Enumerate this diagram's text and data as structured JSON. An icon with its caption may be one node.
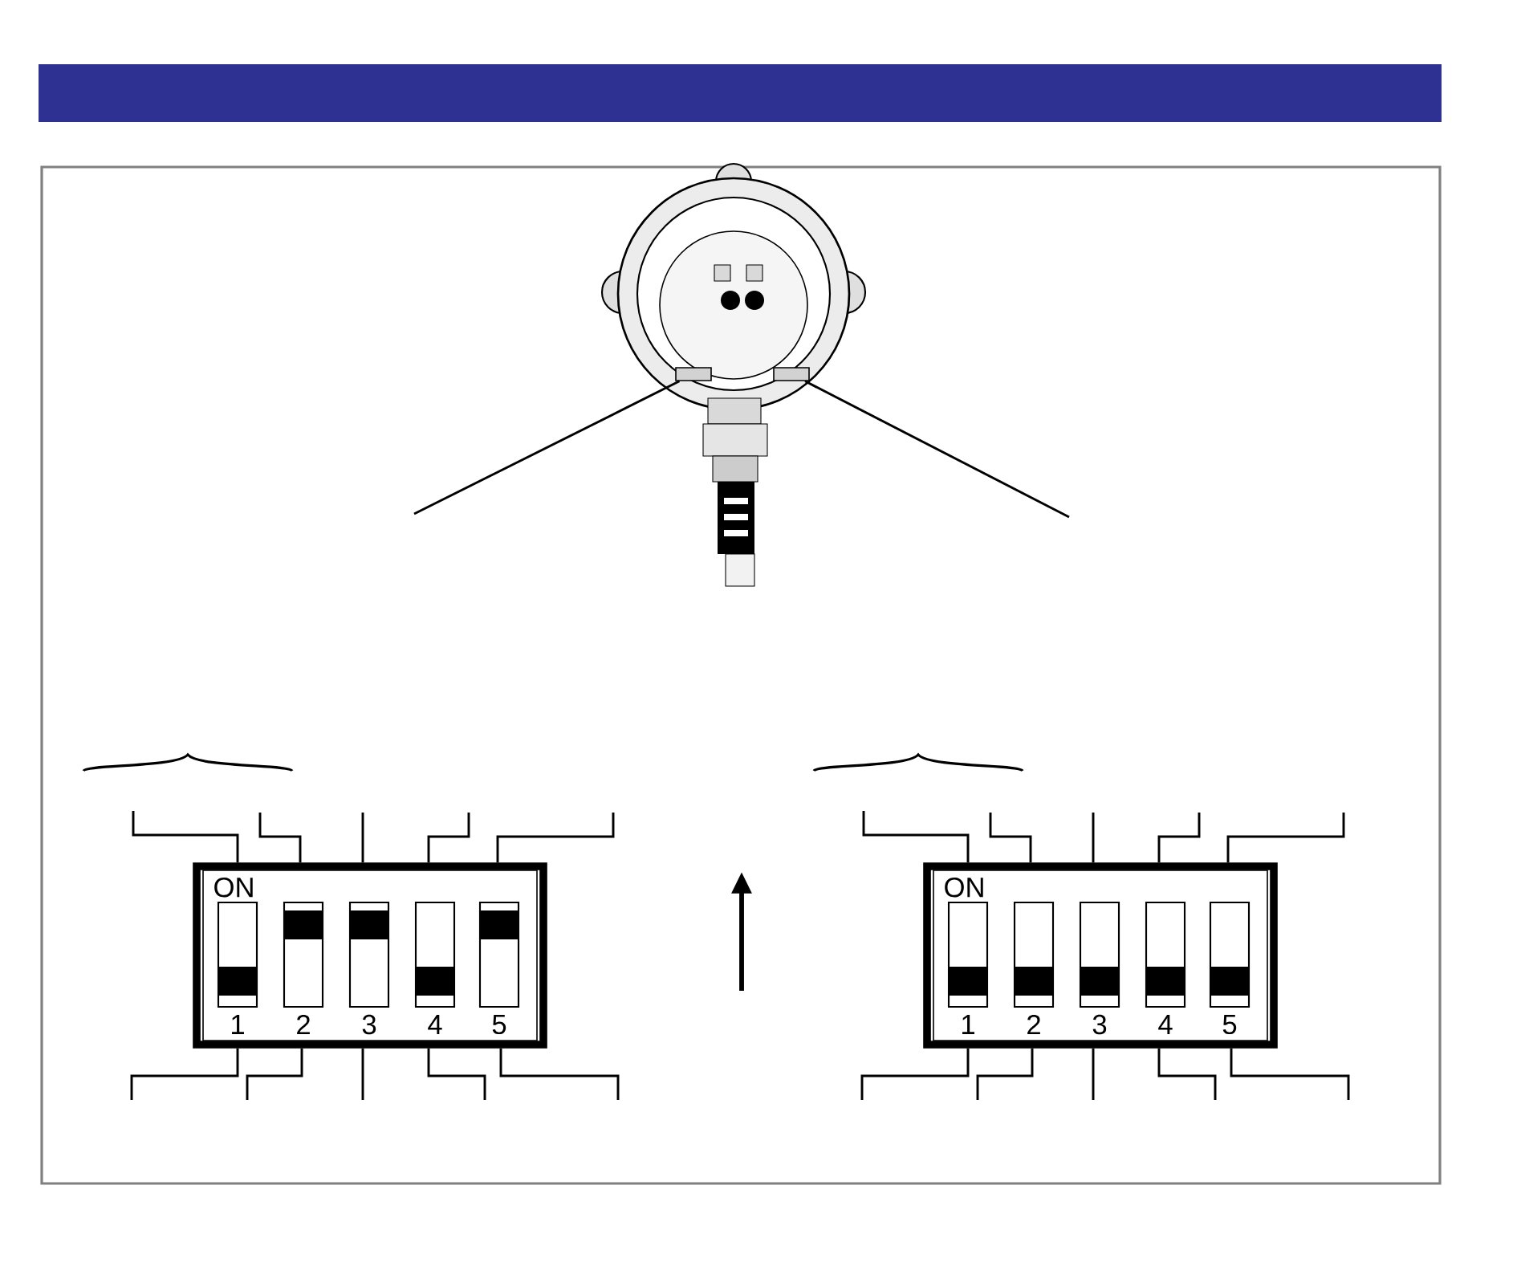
{
  "diagram": {
    "nodes": [
      {
        "text": [],
        "shape": "picture"
      },
      {
        "text": [],
        "shape": "box",
        "in": 0
      },
      {
        "text": [],
        "shape": "box",
        "in": 0
      },
      {
        "text": [
          "ON",
          "1",
          "2",
          "3",
          "4",
          "5"
        ]
      },
      {
        "text": [
          "ON",
          "1",
          "2",
          "3",
          "4",
          "5"
        ]
      }
    ],
    "edges": [
      {
        "from": null,
        "to": 1,
        "arrow": "none"
      },
      {
        "from": null,
        "to": 2,
        "arrow": "none"
      },
      {
        "from": null,
        "to": 3,
        "arrow": "none"
      },
      {
        "from": null,
        "to": 3,
        "arrow": "none"
      },
      {
        "from": null,
        "to": 3,
        "arrow": "none"
      },
      {
        "from": null,
        "to": 3,
        "arrow": "none"
      },
      {
        "from": null,
        "to": 3,
        "arrow": "none"
      },
      {
        "from": null,
        "to": 3,
        "arrow": "none"
      },
      {
        "from": null,
        "to": 3,
        "arrow": "none"
      },
      {
        "from": null,
        "to": 3,
        "arrow": "none"
      },
      {
        "from": null,
        "to": 3,
        "arrow": "none"
      },
      {
        "from": null,
        "to": 3,
        "arrow": "none"
      },
      {
        "from": null,
        "to": 4,
        "arrow": "none"
      },
      {
        "from": null,
        "to": 4,
        "arrow": "none"
      },
      {
        "from": null,
        "to": 4,
        "arrow": "none"
      },
      {
        "from": null,
        "to": 4,
        "arrow": "none"
      },
      {
        "from": null,
        "to": 4,
        "arrow": "none"
      },
      {
        "from": null,
        "to": 4,
        "arrow": "none"
      },
      {
        "from": null,
        "to": 4,
        "arrow": "none"
      },
      {
        "from": null,
        "to": 4,
        "arrow": "none"
      },
      {
        "from": null,
        "to": 4,
        "arrow": "none"
      },
      {
        "from": null,
        "to": 4,
        "arrow": "none"
      }
    ]
  }
}
